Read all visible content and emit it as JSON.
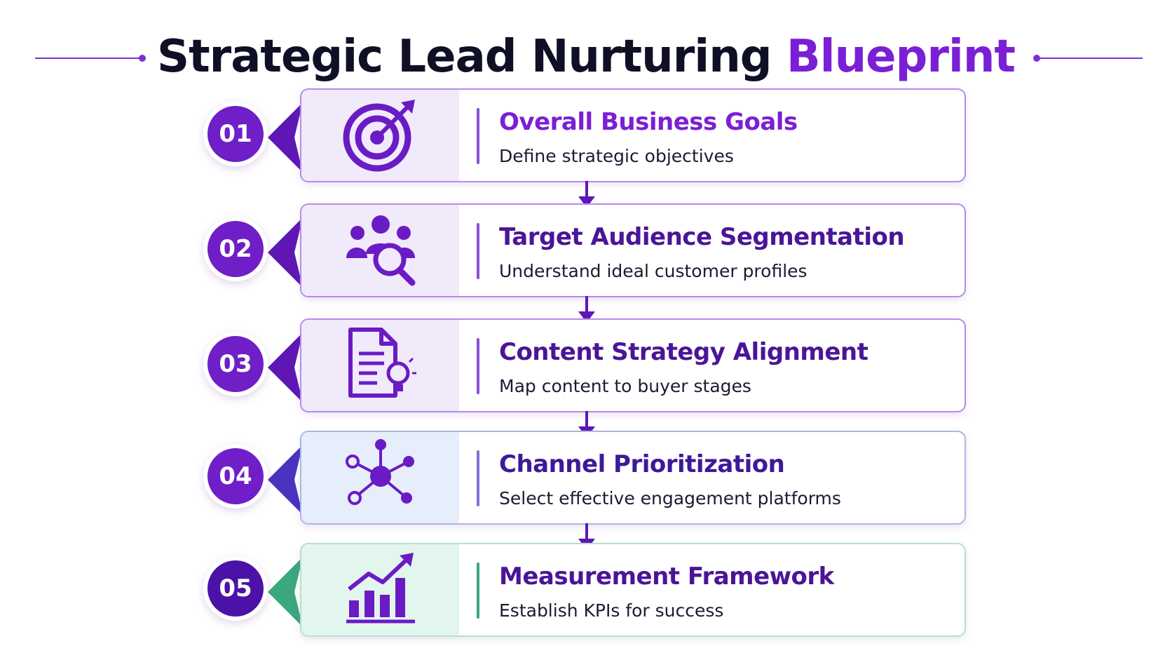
{
  "title": {
    "main": "Strategic Lead Nurturing",
    "accent": "Blueprint"
  },
  "colors": {
    "primary_purple": "#7b1fd6",
    "dark_text": "#0f0f26",
    "step4_accent": "#5a4fd0",
    "step5_accent": "#3aa77d"
  },
  "steps": [
    {
      "number": "01",
      "icon": "target-arrow-icon",
      "title": "Overall Business Goals",
      "subtitle": "Define strategic objectives"
    },
    {
      "number": "02",
      "icon": "audience-search-icon",
      "title": "Target Audience Segmentation",
      "subtitle": "Understand ideal customer profiles"
    },
    {
      "number": "03",
      "icon": "document-lightbulb-icon",
      "title": "Content Strategy Alignment",
      "subtitle": "Map content to buyer stages"
    },
    {
      "number": "04",
      "icon": "network-nodes-icon",
      "title": "Channel Prioritization",
      "subtitle": "Select effective engagement platforms"
    },
    {
      "number": "05",
      "icon": "growth-chart-icon",
      "title": "Measurement Framework",
      "subtitle": "Establish KPIs for success"
    }
  ]
}
